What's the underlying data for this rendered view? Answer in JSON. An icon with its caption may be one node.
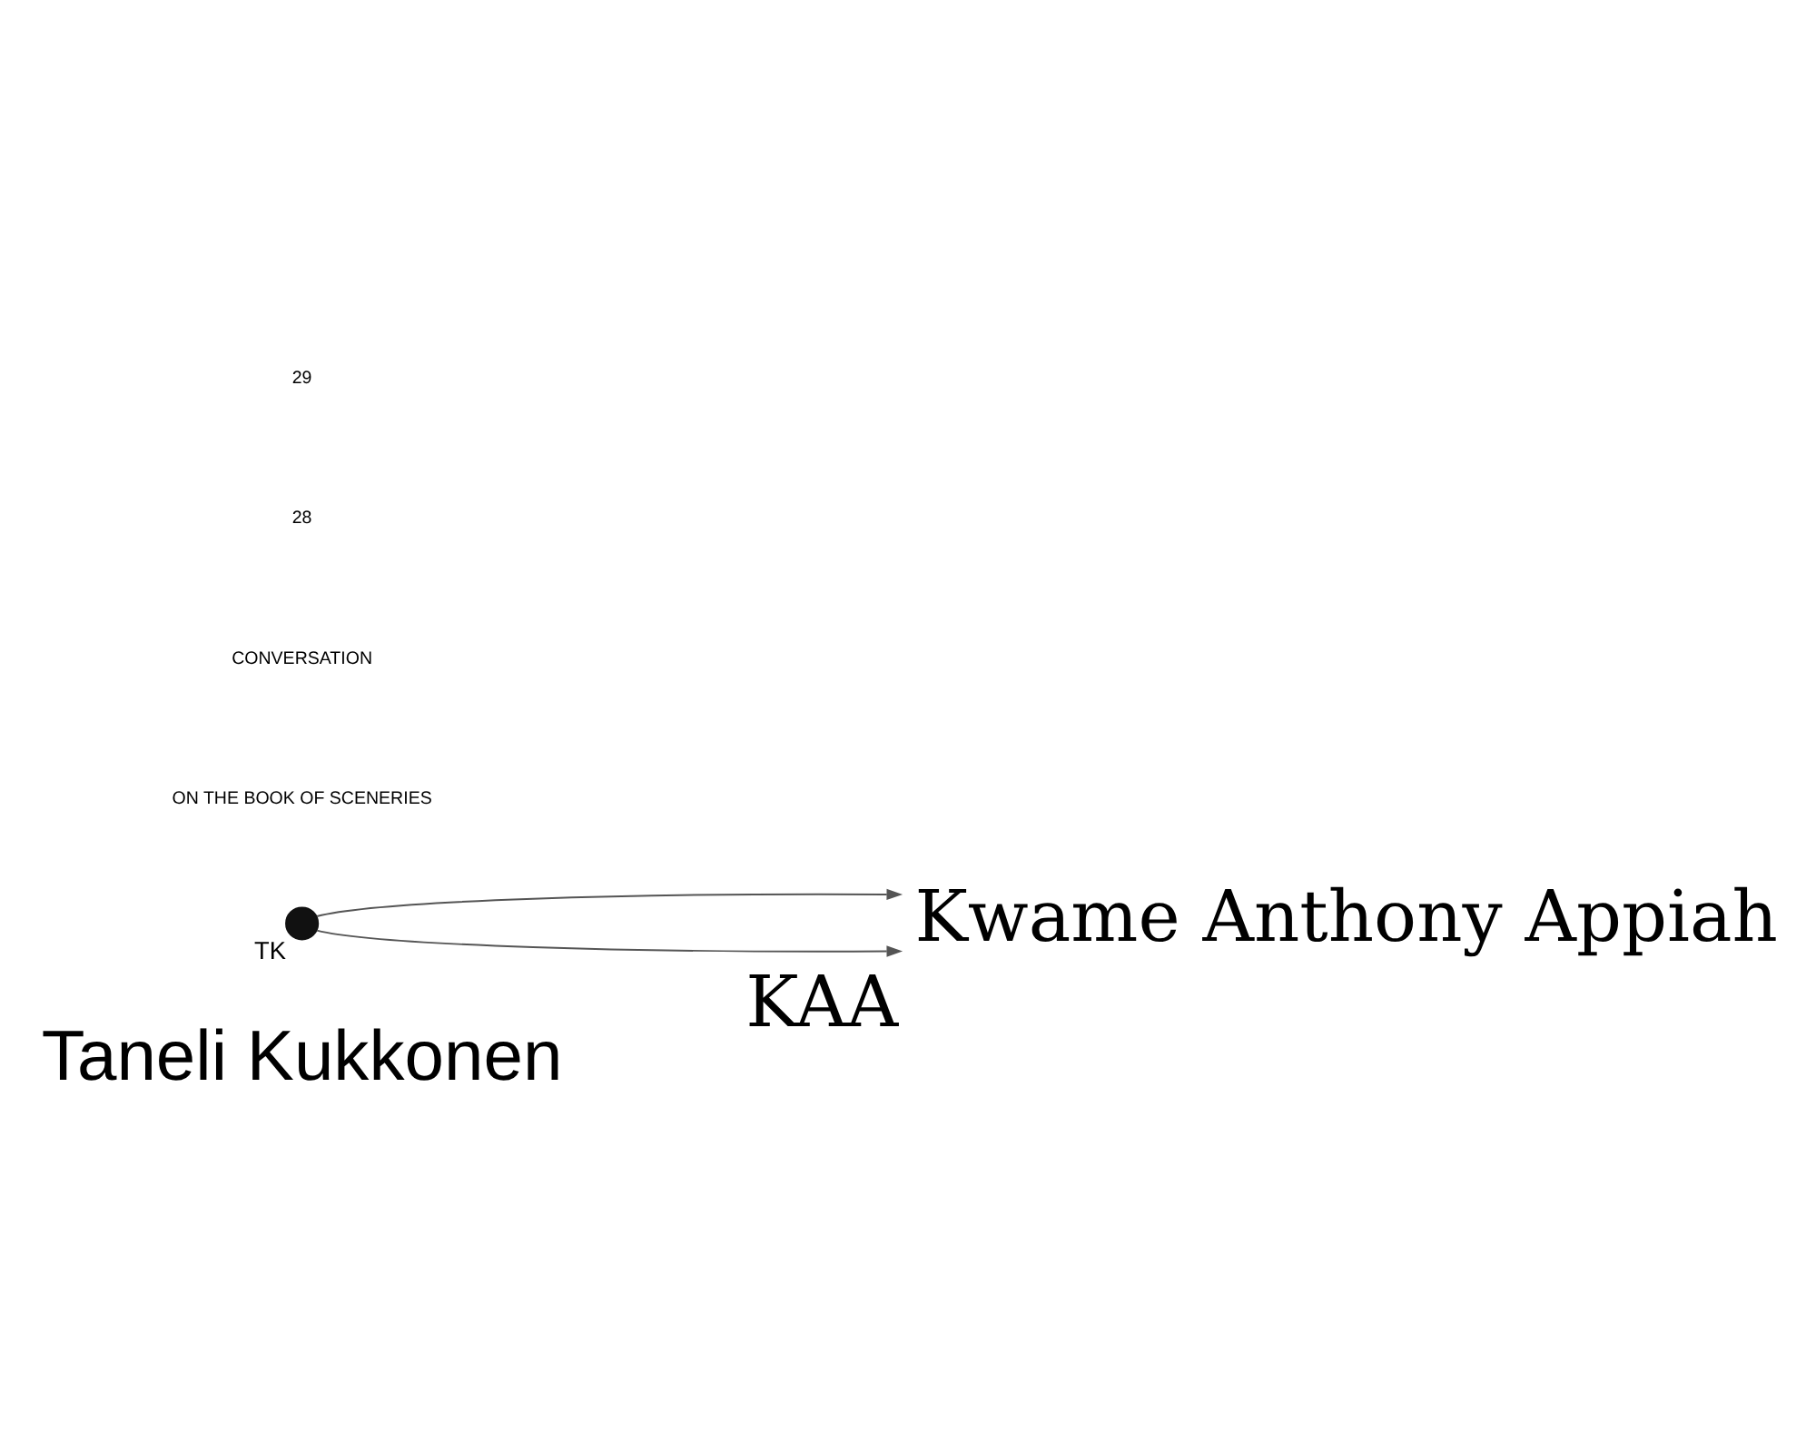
{
  "diagram": {
    "nodes": [
      {
        "text": [
          "Taneli Kukkonen"
        ]
      },
      {
        "text": [],
        "shape": "circle",
        "beside": [
          "TK"
        ]
      },
      {
        "text": [
          "Kwame Anthony Appiah"
        ],
        "beside": [
          "KAA"
        ]
      }
    ],
    "edges": [
      {
        "from": 1,
        "to": 2,
        "arrow": "to"
      },
      {
        "from": 1,
        "to": 2,
        "arrow": "to"
      }
    ],
    "labels": [
      "ON THE BOOK OF SCENERIES",
      "CONVERSATION",
      "28",
      "29"
    ]
  }
}
